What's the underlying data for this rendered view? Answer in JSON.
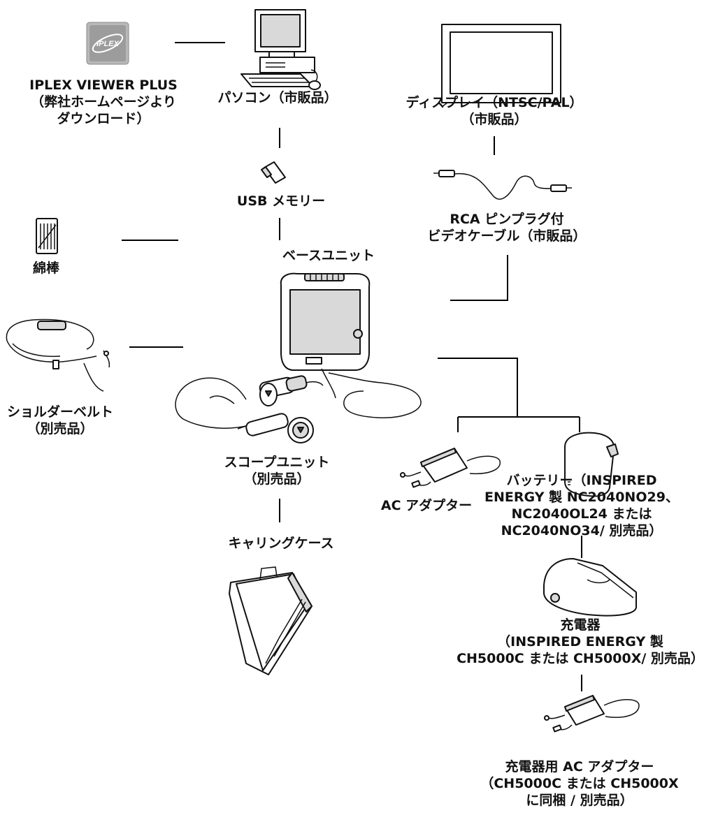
{
  "items": {
    "iplex_viewer": {
      "icon_text": "IPLEX",
      "lines": [
        "IPLEX VIEWER PLUS",
        "（弊社ホームページより",
        "ダウンロード）"
      ]
    },
    "pc": {
      "lines": [
        "パソコン（市販品）"
      ]
    },
    "display": {
      "lines": [
        "ディスプレイ（NTSC/PAL）",
        "（市販品）"
      ]
    },
    "usb": {
      "lines": [
        "USB メモリー"
      ]
    },
    "rca_cable": {
      "lines": [
        "RCA ピンプラグ付",
        "ビデオケーブル（市販品）"
      ]
    },
    "swab": {
      "lines": [
        "綿棒"
      ]
    },
    "base_unit": {
      "lines": [
        "ベースユニット"
      ]
    },
    "shoulder_belt": {
      "lines": [
        "ショルダーベルト",
        "（別売品）"
      ]
    },
    "scope_unit": {
      "lines": [
        "スコープユニット",
        "（別売品）"
      ]
    },
    "ac_adapter": {
      "lines": [
        "AC アダプター"
      ]
    },
    "battery": {
      "lines": [
        "バッテリー（INSPIRED",
        "ENERGY 製 NC2040NO29、",
        "NC2040OL24 または",
        "NC2040NO34/ 別売品）"
      ]
    },
    "carrying_case": {
      "lines": [
        "キャリングケース"
      ]
    },
    "charger": {
      "lines": [
        "充電器",
        "（INSPIRED ENERGY 製",
        "CH5000C または CH5000X/ 別売品）"
      ]
    },
    "charger_ac_adapter": {
      "lines": [
        "充電器用 AC アダプター",
        "（CH5000C または CH5000X",
        "に同梱 / 別売品）"
      ]
    }
  }
}
